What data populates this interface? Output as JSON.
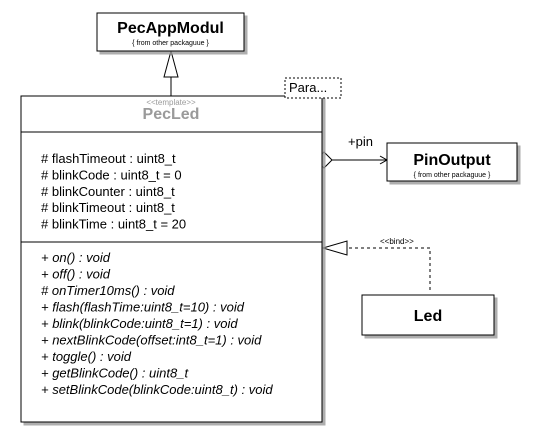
{
  "pec_app_modul": {
    "name": "PecAppModul",
    "origin": "{ from other packaguue }"
  },
  "pec_led": {
    "stereotype": "<<template>>",
    "name": "PecLed",
    "template_param": "Para...",
    "attributes": [
      "# flashTimeout : uint8_t",
      "# blinkCode : uint8_t = 0",
      "# blinkCounter : uint8_t",
      "# blinkTimeout : uint8_t",
      "# blinkTime : uint8_t = 20"
    ],
    "operations": [
      "+ on() : void",
      "+ off() : void",
      "# onTimer10ms() : void",
      "+ flash(flashTime:uint8_t=10) : void",
      "+ blink(blinkCode:uint8_t=1) : void",
      "+ nextBlinkCode(offset:int8_t=1) : void",
      "+ toggle() : void",
      "+ getBlinkCode() : uint8_t",
      "+ setBlinkCode(blinkCode:uint8_t) : void"
    ]
  },
  "pin_output": {
    "name": "PinOutput",
    "origin": "{ from other packaguue }"
  },
  "led": {
    "name": "Led"
  },
  "association": {
    "role": "+pin"
  },
  "binding": {
    "stereotype": "<<bind>>"
  }
}
